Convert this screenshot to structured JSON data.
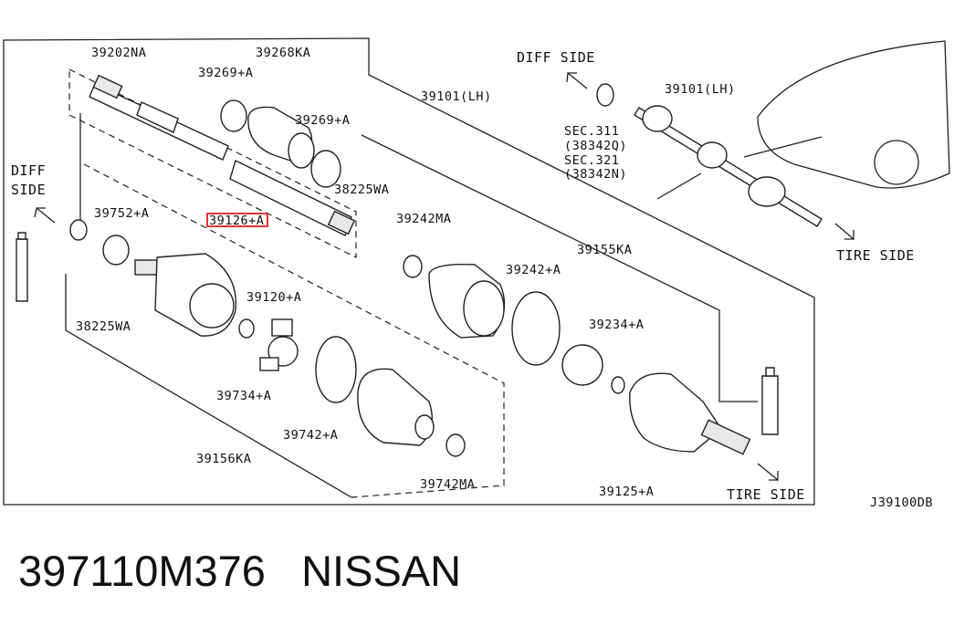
{
  "diagram": {
    "code": "J39100DB",
    "highlight_color": "#e02020",
    "side_labels": {
      "diff_left_line1": "DIFF",
      "diff_left_line2": "SIDE",
      "diff_top": "DIFF SIDE",
      "tire_top": "TIRE SIDE",
      "tire_bottom": "TIRE SIDE"
    },
    "callouts": {
      "p39202NA": "39202NA",
      "p39268KA": "39268KA",
      "p39269A_1": "39269+A",
      "p39269A_2": "39269+A",
      "p38225WA_1": "38225WA",
      "p39101LH_1": "39101(LH)",
      "p39101LH_2": "39101(LH)",
      "p39752A": "39752+A",
      "p39126A": "39126+A",
      "p39242MA": "39242MA",
      "p39242A": "39242+A",
      "p39155KA": "39155KA",
      "p39120A": "39120+A",
      "p38225WA_2": "38225WA",
      "p39234A": "39234+A",
      "p39734A": "39734+A",
      "p39742A": "39742+A",
      "p39156KA": "39156KA",
      "p39742MA": "39742MA",
      "p39125A": "39125+A",
      "sec311": "SEC.311",
      "p38342Q": "(38342Q)",
      "sec321": "SEC.321",
      "p38342N": "(38342N)"
    }
  },
  "caption": {
    "part_number": "397110M376",
    "brand": "NISSAN"
  }
}
